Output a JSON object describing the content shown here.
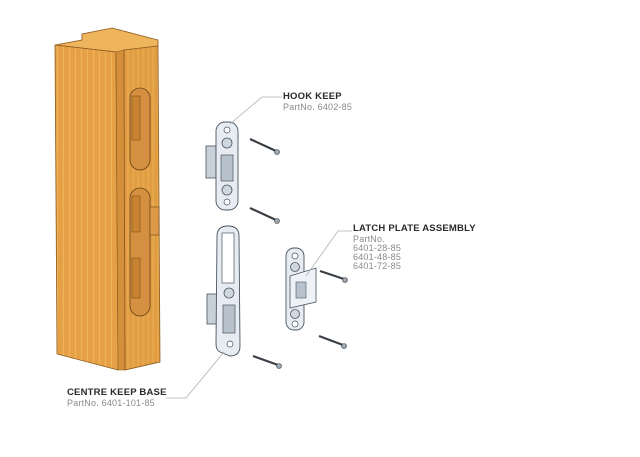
{
  "diagram": {
    "type": "exploded assembly illustration",
    "colors": {
      "background": "#ffffff",
      "wood": "#e8a448",
      "wood_dark": "#c98430",
      "wood_light": "#f0b85c",
      "metal": "#e6ecf2",
      "metal_outline": "#4a5560",
      "screw": "#3a3f45",
      "leader_line": "#b0b0b0",
      "label_title": "#2a2a2a",
      "label_part": "#8a8a8a"
    },
    "components": [
      {
        "id": "door-frame",
        "description": "Timber door jamb with routed recesses"
      },
      {
        "id": "hook-keep",
        "description": "Hook keep with two screws"
      },
      {
        "id": "centre-keep-base",
        "description": "Centre keep base with screw"
      },
      {
        "id": "latch-plate-assembly",
        "description": "Latch plate assembly with two screws"
      }
    ]
  },
  "labels": {
    "hook_keep": {
      "title": "HOOK KEEP",
      "part": "PartNo. 6402-85"
    },
    "latch_plate": {
      "title": "LATCH PLATE ASSEMBLY",
      "part_heading": "PartNo.",
      "parts": [
        "6401-28-85",
        "6401-48-85",
        "6401-72-85"
      ]
    },
    "centre_keep": {
      "title": "CENTRE KEEP BASE",
      "part": "PartNo. 6401-101-85"
    }
  }
}
